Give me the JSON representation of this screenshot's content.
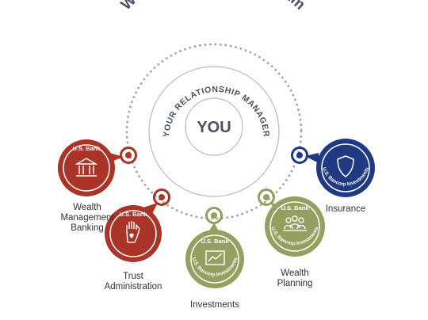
{
  "diagram": {
    "title": "Wealth Management Team",
    "ring_label": "YOUR RELATIONSHIP MANAGER",
    "center_label": "YOU",
    "colors": {
      "title_text": "#4a5160",
      "ring_dots": "#a9a9a9",
      "ring_lines": "#c4c4c4",
      "red": "#a93427",
      "green": "#93a060",
      "navy": "#1f3a82"
    },
    "services": [
      {
        "id": "wealth-management-banking",
        "badge": "U.S. Bank",
        "sub_badge": "",
        "icon": "bank-building-icon",
        "color": "red",
        "label_lines": [
          "Wealth",
          "Management",
          "Banking"
        ]
      },
      {
        "id": "trust-administration",
        "badge": "U.S. Bank",
        "sub_badge": "",
        "icon": "hand-heart-icon",
        "color": "red",
        "label_lines": [
          "Trust",
          "Administration"
        ]
      },
      {
        "id": "investments",
        "badge": "U.S. Bank",
        "sub_badge": "U.S. Bancorp Investments",
        "icon": "line-chart-icon",
        "color": "green",
        "label_lines": [
          "Investments"
        ]
      },
      {
        "id": "wealth-planning",
        "badge": "U.S. Bank",
        "sub_badge": "U.S. Bancorp Investments",
        "icon": "people-group-icon",
        "color": "green",
        "label_lines": [
          "Wealth",
          "Planning"
        ]
      },
      {
        "id": "insurance",
        "badge": "",
        "sub_badge": "U.S. Bancorp Investments",
        "icon": "shield-icon",
        "color": "navy",
        "label_lines": [
          "Insurance"
        ]
      }
    ]
  }
}
